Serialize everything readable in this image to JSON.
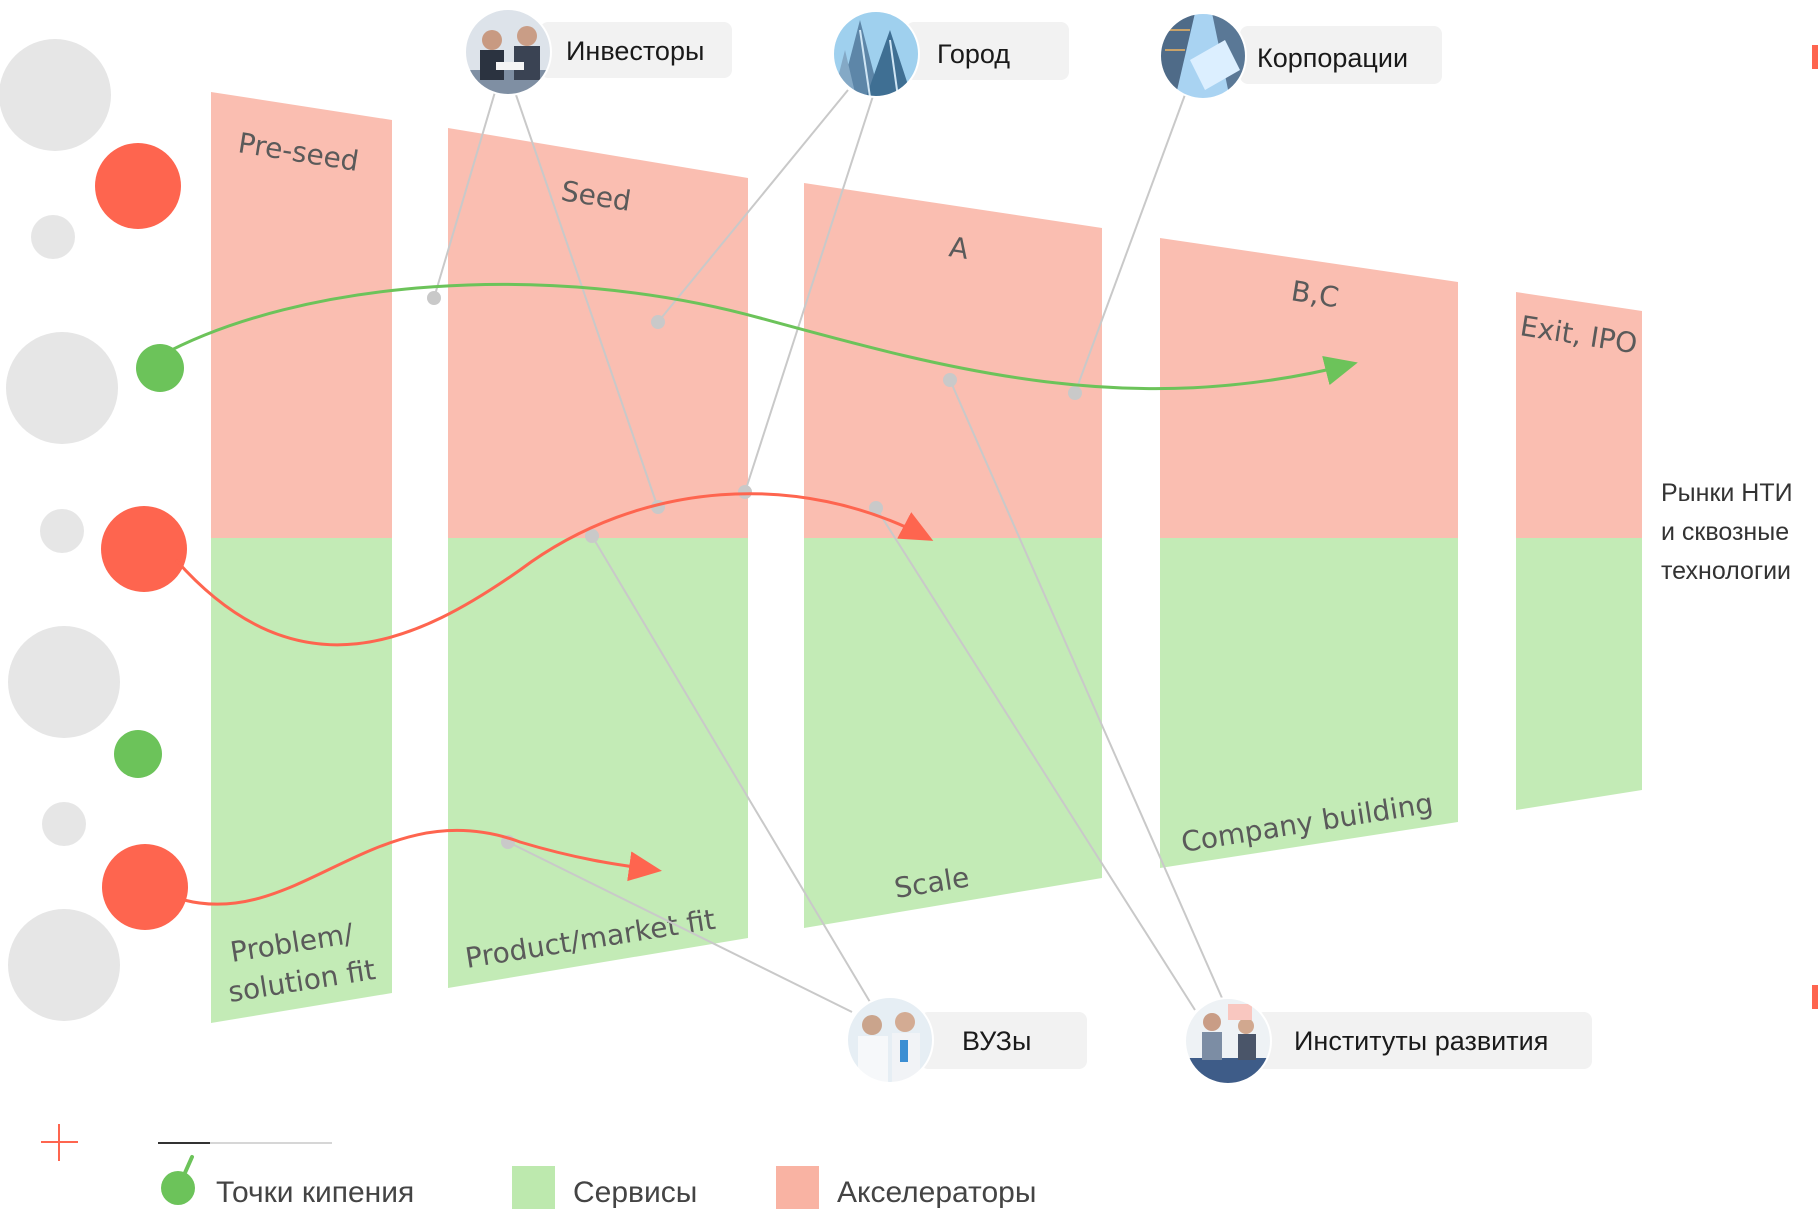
{
  "colors": {
    "accelerator": "#f9b3a3",
    "service": "#bde9ae",
    "red_dot": "#fe654f",
    "green_dot": "#6cc35a",
    "grey_dot": "#e6e6e6",
    "connector": "#c9c9c9",
    "label_bg": "#f2f2f2"
  },
  "stages": [
    {
      "name": "Pre-seed",
      "fit": "Problem/",
      "fit_line2": "solution fit"
    },
    {
      "name": "Seed",
      "fit": "Product/market fit",
      "fit_line2": ""
    },
    {
      "name": "A",
      "fit": "Scale",
      "fit_line2": ""
    },
    {
      "name": "B,C",
      "fit": "Company building",
      "fit_line2": ""
    },
    {
      "name": "Exit, IPO",
      "fit": "",
      "fit_line2": ""
    }
  ],
  "actors_top": [
    {
      "label": "Инвесторы",
      "icon": "investors-photo-icon"
    },
    {
      "label": "Город",
      "icon": "city-photo-icon"
    },
    {
      "label": "Корпорации",
      "icon": "corporations-photo-icon"
    }
  ],
  "actors_bottom": [
    {
      "label": "ВУЗы",
      "icon": "universities-photo-icon"
    },
    {
      "label": "Институты развития",
      "icon": "development-institutes-photo-icon"
    }
  ],
  "side_note": {
    "line1": "Рынки НТИ",
    "line2": "и сквозные",
    "line3": "технологии"
  },
  "legend": {
    "points": "Точки кипения",
    "services": "Сервисы",
    "accelerators": "Акселераторы"
  }
}
